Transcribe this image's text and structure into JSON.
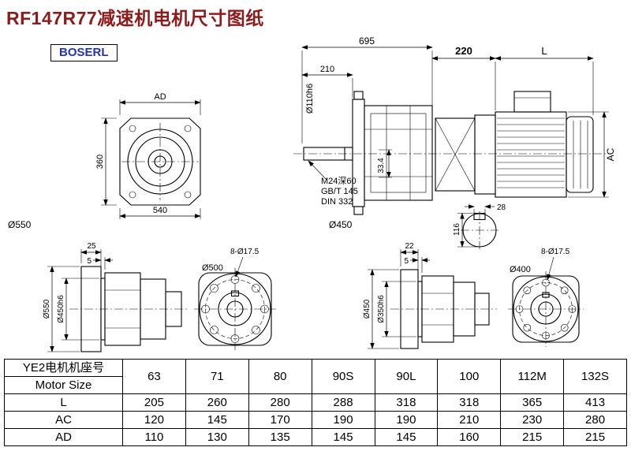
{
  "title": "RF147R77减速机电机尺寸图纸",
  "logo": "BOSERL",
  "colors": {
    "title_color": "#8e1b1b",
    "logo_color": "#2233bb"
  },
  "d": {
    "front": {
      "ad": "AD",
      "h": "360",
      "w": "540",
      "dia": "Ø550"
    },
    "side": {
      "total": "695",
      "shaft_len": "210",
      "shaft_dia": "Ø110h6",
      "tap": "M24深60",
      "std1": "GB/T 145",
      "std2": "DIN 332",
      "key": "33.4",
      "flange_dia": "Ø450"
    },
    "motor": {
      "adapter_len": "220",
      "len": "L",
      "ac": "AC"
    },
    "shaft": {
      "key_w": "28",
      "h": "116"
    },
    "b1": {
      "t1": "25",
      "t2": "5",
      "od": "Ø550",
      "spigot": "Ø450h6"
    },
    "b2": {
      "holes": "8-Ø17.5",
      "od": "Ø500"
    },
    "b3": {
      "t1": "22",
      "t2": "5",
      "od": "Ø450",
      "spigot": "Ø350h6"
    },
    "b4": {
      "holes": "8-Ø17.5",
      "od": "Ø400"
    }
  },
  "table": {
    "header_line1": "YE2电机机座号",
    "header_line2": "Motor Size",
    "sizes": [
      "63",
      "71",
      "80",
      "90S",
      "90L",
      "100",
      "112M",
      "132S"
    ],
    "rows": [
      {
        "label": "L",
        "values": [
          "205",
          "260",
          "280",
          "288",
          "318",
          "318",
          "365",
          "413"
        ]
      },
      {
        "label": "AC",
        "values": [
          "120",
          "145",
          "170",
          "190",
          "190",
          "210",
          "230",
          "280"
        ]
      },
      {
        "label": "AD",
        "values": [
          "110",
          "130",
          "135",
          "145",
          "145",
          "160",
          "215",
          "215"
        ]
      }
    ]
  }
}
